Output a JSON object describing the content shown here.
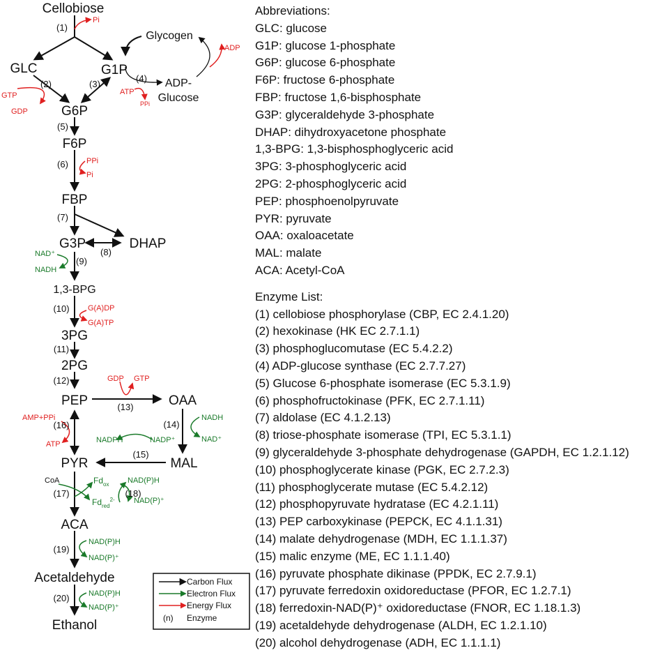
{
  "pathway": {
    "metabolites": {
      "cellobiose": "Cellobiose",
      "glc": "GLC",
      "g1p": "G1P",
      "glycogen": "Glycogen",
      "adp_glucose_1": "ADP-",
      "adp_glucose_2": "Glucose",
      "g6p": "G6P",
      "f6p": "F6P",
      "fbp": "FBP",
      "g3p": "G3P",
      "dhap": "DHAP",
      "bpg13": "1,3-BPG",
      "pg3": "3PG",
      "pg2": "2PG",
      "pep": "PEP",
      "oaa": "OAA",
      "mal": "MAL",
      "pyr": "PYR",
      "aca": "ACA",
      "acetaldehyde": "Acetaldehyde",
      "ethanol": "Ethanol"
    },
    "steps": [
      "(1)",
      "(2)",
      "(3)",
      "(4)",
      "(5)",
      "(6)",
      "(7)",
      "(8)",
      "(9)",
      "(10)",
      "(11)",
      "(12)",
      "(13)",
      "(14)",
      "(15)",
      "(16)",
      "(17)",
      "(18)",
      "(19)",
      "(20)"
    ],
    "cofactors": {
      "pi_1": "Pi",
      "adp": "ADP",
      "gtp": "GTP",
      "gdp": "GDP",
      "atp_4": "ATP",
      "ppi_4": "PPi",
      "ppi_6": "PPi",
      "pi_6": "Pi",
      "nad_9": "NAD⁺",
      "nadh_9": "NADH",
      "gadp": "G(A)DP",
      "gatp": "G(A)TP",
      "gdp_13": "GDP",
      "gtp_13": "GTP",
      "amp_ppi": "AMP+PPi",
      "atp_16": "ATP",
      "nadh_14": "NADH",
      "nad_14": "NAD⁺",
      "nadph": "NADPH",
      "nadp": "NADP⁺",
      "coa": "CoA",
      "fd": "Fd",
      "fd_ox_sub": "ox",
      "fd_red_sub": "red",
      "fd_red_sup": "2-",
      "nadph_18": "NAD(P)H",
      "nadp_18": "NAD(P)⁺",
      "nadph_19": "NAD(P)H",
      "nadp_19": "NAD(P)⁺",
      "nadph_20": "NAD(P)H",
      "nadp_20": "NAD(P)⁺"
    },
    "legend": {
      "carbon": "Carbon Flux",
      "electron": "Electron Flux",
      "energy": "Energy Flux",
      "enzyme_key": "(n)",
      "enzyme": "Enzyme"
    }
  },
  "colors": {
    "carbon": "#111111",
    "electron": "#1a7a2a",
    "energy": "#e02020"
  },
  "abbreviations": {
    "title": "Abbreviations:",
    "items": [
      "GLC: glucose",
      "G1P: glucose 1-phosphate",
      "G6P: glucose 6-phosphate",
      "F6P: fructose 6-phosphate",
      "FBP: fructose 1,6-bisphosphate",
      "G3P: glyceraldehyde 3-phosphate",
      "DHAP: dihydroxyacetone phosphate",
      "1,3-BPG: 1,3-bisphosphoglyceric acid",
      "3PG: 3-phosphoglyceric acid",
      "2PG: 2-phosphoglyceric acid",
      "PEP: phosphoenolpyruvate",
      "PYR: pyruvate",
      "OAA: oxaloacetate",
      "MAL: malate",
      "ACA: Acetyl-CoA"
    ]
  },
  "enzymes": {
    "title": "Enzyme List:",
    "items": [
      "(1) cellobiose phosphorylase (CBP, EC 2.4.1.20)",
      "(2) hexokinase (HK EC 2.7.1.1)",
      "(3) phosphoglucomutase (EC 5.4.2.2)",
      "(4) ADP-glucose synthase (EC 2.7.7.27)",
      "(5) Glucose 6-phosphate isomerase (EC 5.3.1.9)",
      "(6) phosphofructokinase (PFK, EC 2.7.1.11)",
      "(7) aldolase (EC 4.1.2.13)",
      "(8) triose-phosphate isomerase (TPI, EC 5.3.1.1)",
      "(9) glyceraldehyde 3-phosphate dehydrogenase (GAPDH, EC 1.2.1.12)",
      "(10) phosphoglycerate kinase (PGK, EC 2.7.2.3)",
      "(11) phosphoglycerate mutase (EC 5.4.2.12)",
      "(12) phosphopyruvate hydratase (EC 4.2.1.11)",
      "(13) PEP carboxykinase (PEPCK, EC 4.1.1.31)",
      "(14) malate dehydrogenase (MDH, EC 1.1.1.37)",
      "(15) malic enzyme (ME, EC 1.1.1.40)",
      "(16) pyruvate phosphate dikinase (PPDK, EC 2.7.9.1)",
      "(17) pyruvate ferredoxin oxidoreductase (PFOR, EC 1.2.7.1)",
      "(18) ferredoxin-NAD(P)⁺ oxidoreductase (FNOR, EC 1.18.1.3)",
      "(19) acetaldehyde dehydrogenase (ALDH, EC 1.2.1.10)",
      "(20) alcohol dehydrogenase (ADH, EC 1.1.1.1)"
    ]
  }
}
